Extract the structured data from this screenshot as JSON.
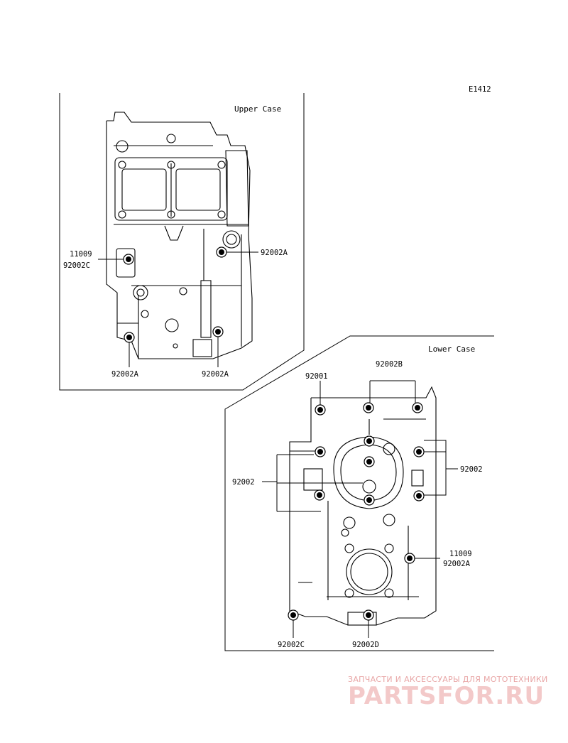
{
  "diagram_code": "E1412",
  "sections": {
    "upper": "Upper Case",
    "lower": "Lower Case"
  },
  "labels": {
    "u_11009": "11009",
    "u_92002C": "92002C",
    "u_92002A_right": "92002A",
    "u_92002A_bottom_left": "92002A",
    "u_92002A_bottom_right": "92002A",
    "l_92001": "92001",
    "l_92002B": "92002B",
    "l_92002_right": "92002",
    "l_92002_left": "92002",
    "l_11009": "11009",
    "l_92002A": "92002A",
    "l_92002C": "92002C",
    "l_92002D": "92002D"
  },
  "watermark": {
    "tagline": "ЗАПЧАСТИ И АКСЕССУАРЫ ДЛЯ МОТОТЕХНИКИ",
    "brand": "PARTSFOR.RU",
    "color": "#f3c9c9"
  }
}
